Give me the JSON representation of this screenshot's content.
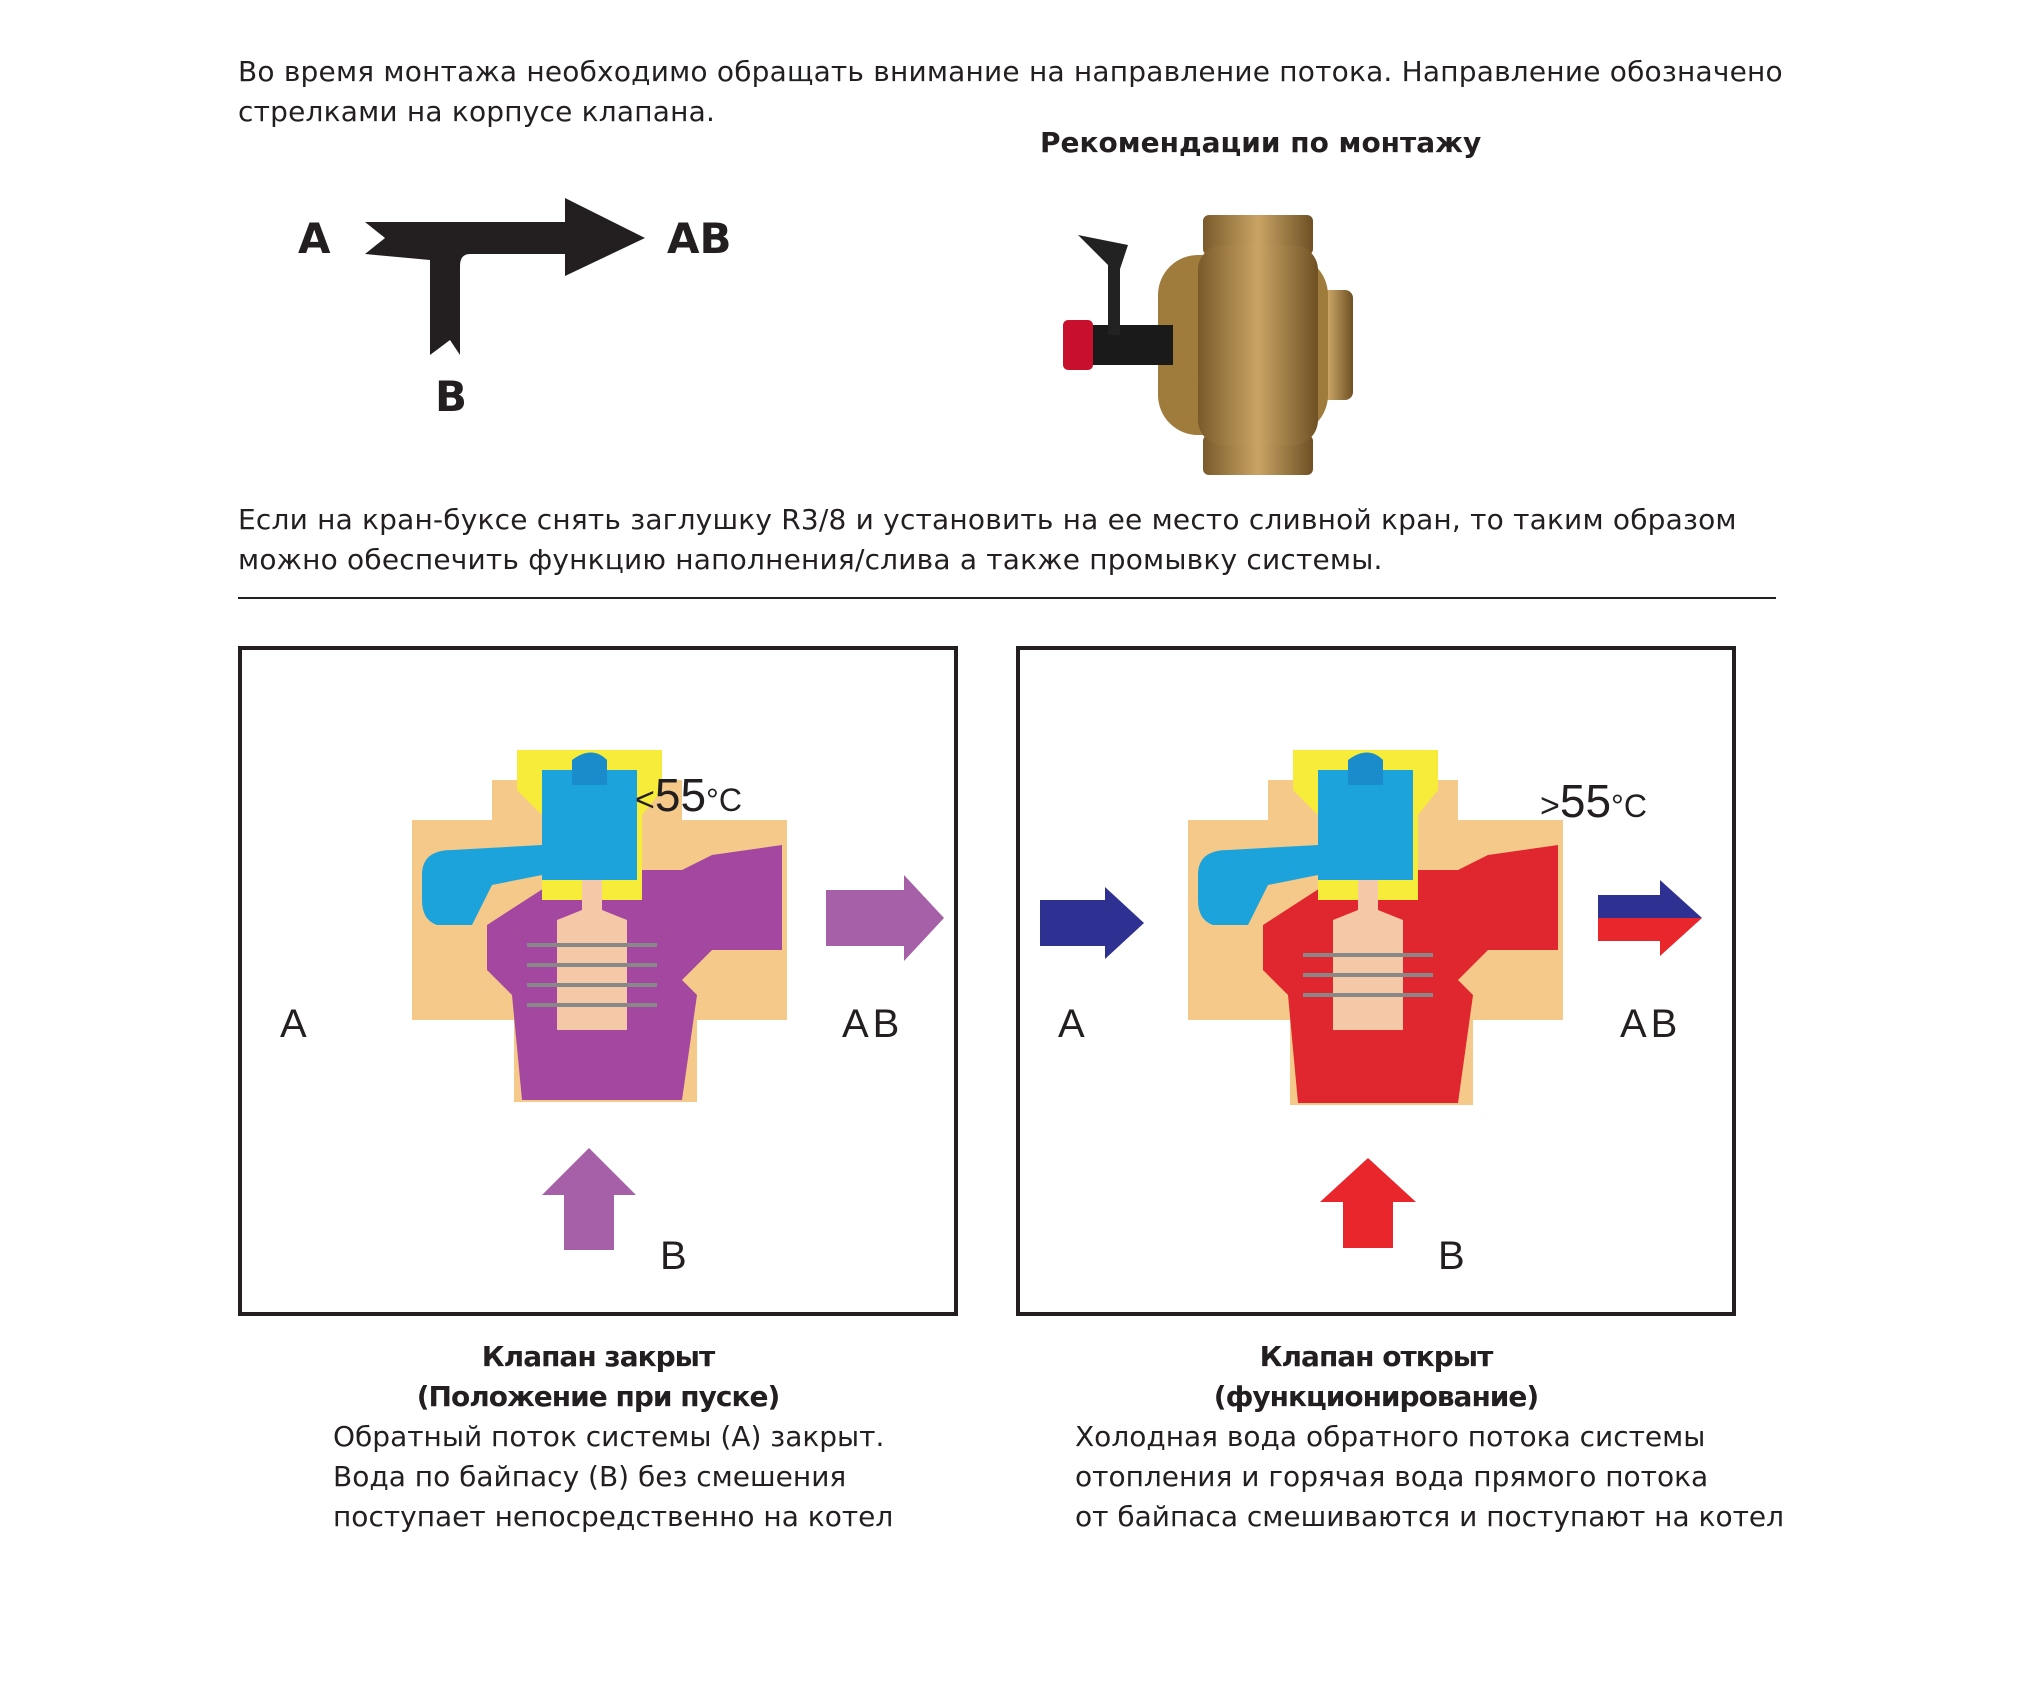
{
  "intro": {
    "line1": "Во время монтажа необходимо обращать внимание на направление потока. Направление обозначено",
    "line2": "стрелками на корпусе клапана."
  },
  "heading": "Рекомендации по монтажу",
  "flow_diagram": {
    "a": "A",
    "ab": "AB",
    "b": "B"
  },
  "drain": {
    "line1": "Если на кран-буксе снять заглушку  R3/8  и установить на ее место сливной кран, то таким образом",
    "line2": "можно обеспечить функцию наполнения/слива а также промывку системы."
  },
  "panels": [
    {
      "temp_sign": "<",
      "temp_value": "55",
      "temp_unit": "°C",
      "port_a": "A",
      "port_ab": "AB",
      "port_b": "B",
      "title": "Клапан закрыт",
      "subtitle": "(Положение при пуске)",
      "desc": [
        "Обратный поток системы (A) закрыт.",
        "Вода по байпасу (B) без смешения",
        "поступает непосредственно на котел"
      ],
      "colors": {
        "mix": "#a347a0",
        "arrow": "#a560a8"
      }
    },
    {
      "temp_sign": ">",
      "temp_value": "55",
      "temp_unit": "°C",
      "port_a": "A",
      "port_ab": "AB",
      "port_b": "B",
      "title": "Клапан открыт",
      "subtitle": "(функционирование)",
      "desc": [
        "Холодная вода обратного потока системы",
        "отопления и горячая вода прямого потока",
        "от байпаса смешиваются и поступают на котел"
      ],
      "colors": {
        "mix": "#e0262f",
        "arrow": "#e8262c"
      }
    }
  ]
}
